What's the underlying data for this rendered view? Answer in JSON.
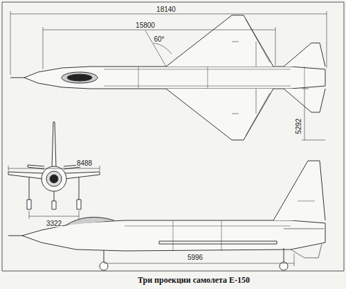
{
  "diagram": {
    "caption": "Три проекции самолета Е-150",
    "labels": [
      "18140",
      "15800",
      "60°",
      "5292",
      "8488",
      "3322",
      "5996"
    ]
  }
}
